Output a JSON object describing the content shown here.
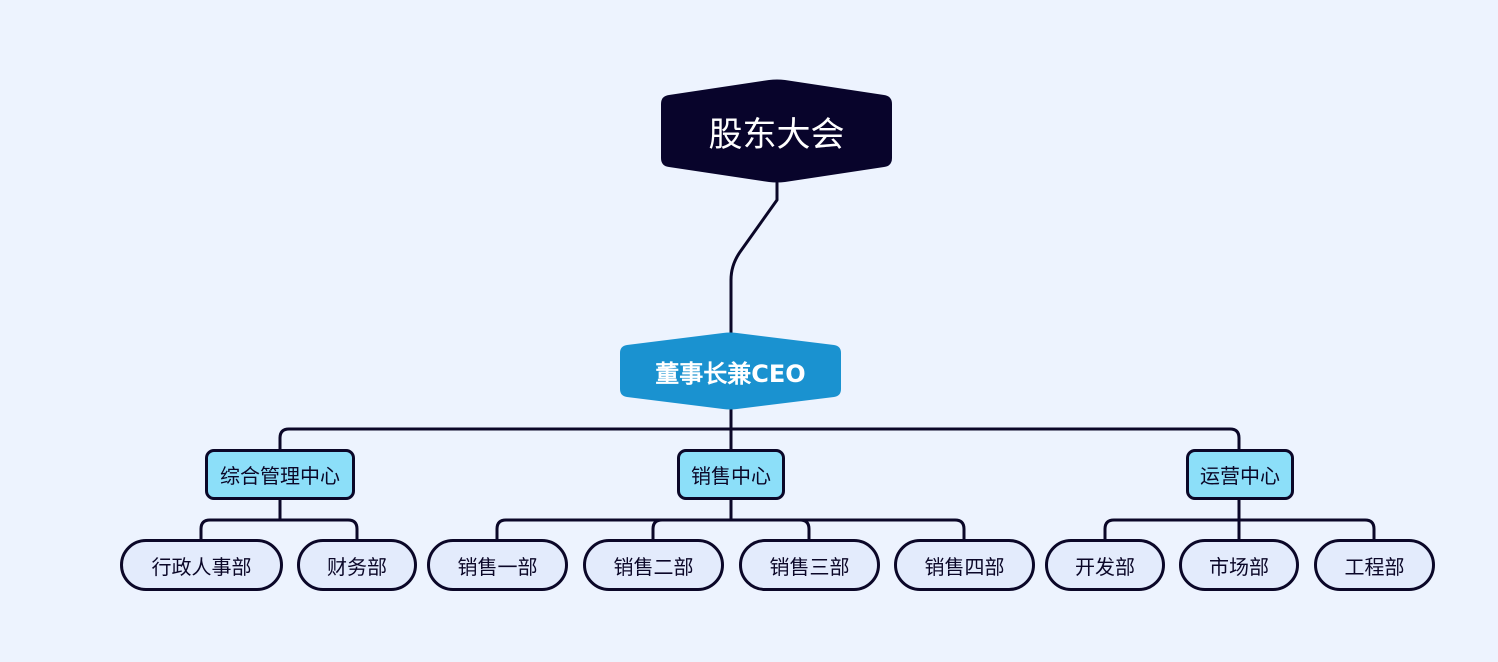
{
  "colors": {
    "background": "#edf3fe",
    "root_fill": "#08042b",
    "ceo_fill": "#1a92d0",
    "center_fill": "#8cdff9",
    "dept_fill": "#e3ebfc",
    "line": "#0b0728"
  },
  "root": {
    "label": "股东大会"
  },
  "ceo": {
    "label": "董事长兼CEO"
  },
  "centers": [
    {
      "label": "综合管理中心",
      "departments": [
        {
          "label": "行政人事部"
        },
        {
          "label": "财务部"
        }
      ]
    },
    {
      "label": "销售中心",
      "departments": [
        {
          "label": "销售一部"
        },
        {
          "label": "销售二部"
        },
        {
          "label": "销售三部"
        },
        {
          "label": "销售四部"
        }
      ]
    },
    {
      "label": "运营中心",
      "departments": [
        {
          "label": "开发部"
        },
        {
          "label": "市场部"
        },
        {
          "label": "工程部"
        }
      ]
    }
  ]
}
